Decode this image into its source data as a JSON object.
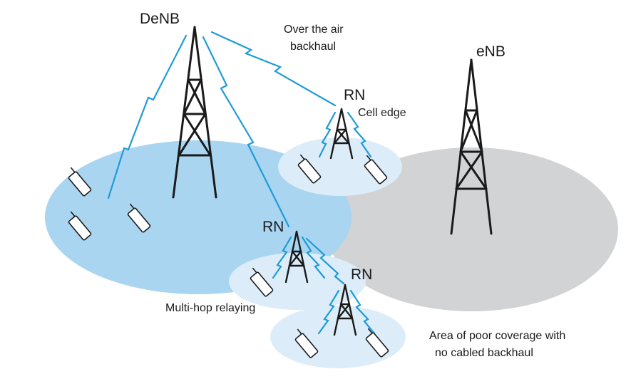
{
  "labels": {
    "denb": "DeNB",
    "enb": "eNB",
    "rn_top": "RN",
    "rn_middle": "RN",
    "rn_bottom": "RN",
    "over_the_air_line1": "Over the air",
    "over_the_air_line2": "backhaul",
    "cell_edge": "Cell edge",
    "multi_hop": "Multi-hop relaying",
    "poor_coverage_line1": "Area of poor coverage with",
    "poor_coverage_line2": "no cabled backhaul"
  },
  "colors": {
    "denb_coverage": "#a9d5f1",
    "rn_coverage": "#dcedf9",
    "enb_coverage": "#d2d3d5",
    "radio_link": "#1e9bd7",
    "tower": "#1a1a1a"
  }
}
